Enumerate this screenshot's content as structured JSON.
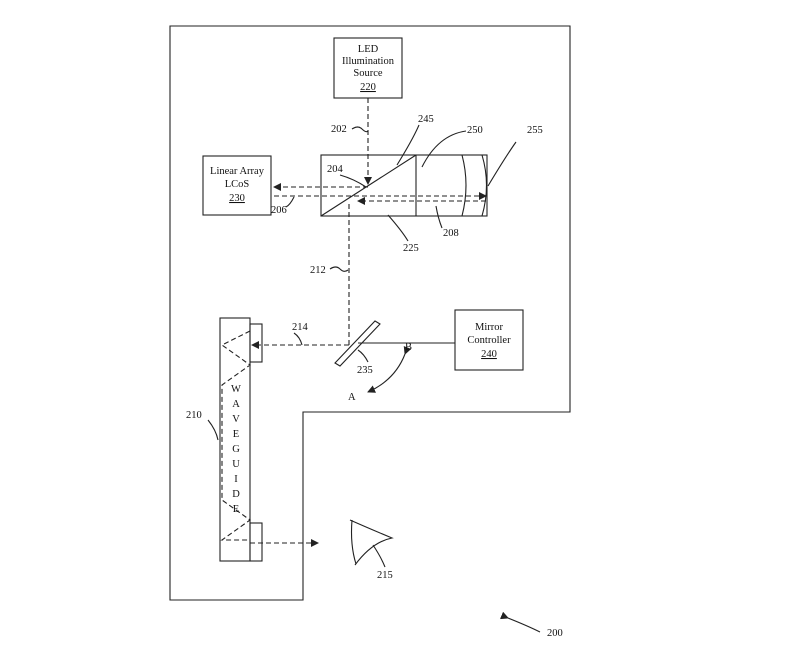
{
  "figure_number": "200",
  "components": {
    "led": {
      "lines": [
        "LED",
        "Illumination",
        "Source"
      ],
      "ref": "220"
    },
    "lcos": {
      "lines": [
        "Linear Array",
        "LCoS"
      ],
      "ref": "230"
    },
    "mirror_controller": {
      "lines": [
        "Mirror",
        "Controller"
      ],
      "ref": "240"
    },
    "waveguide": {
      "letters": [
        "W",
        "A",
        "V",
        "E",
        "G",
        "U",
        "I",
        "D",
        "E"
      ]
    }
  },
  "reference_numerals": {
    "r202": "202",
    "r204": "204",
    "r206": "206",
    "r208": "208",
    "r210": "210",
    "r212": "212",
    "r214": "214",
    "r215": "215",
    "r225": "225",
    "r235": "235",
    "r245": "245",
    "r250": "250",
    "r255": "255"
  },
  "rotation_labels": {
    "a": "A",
    "b": "B"
  },
  "colors": {
    "line": "#222222",
    "background": "#ffffff"
  }
}
